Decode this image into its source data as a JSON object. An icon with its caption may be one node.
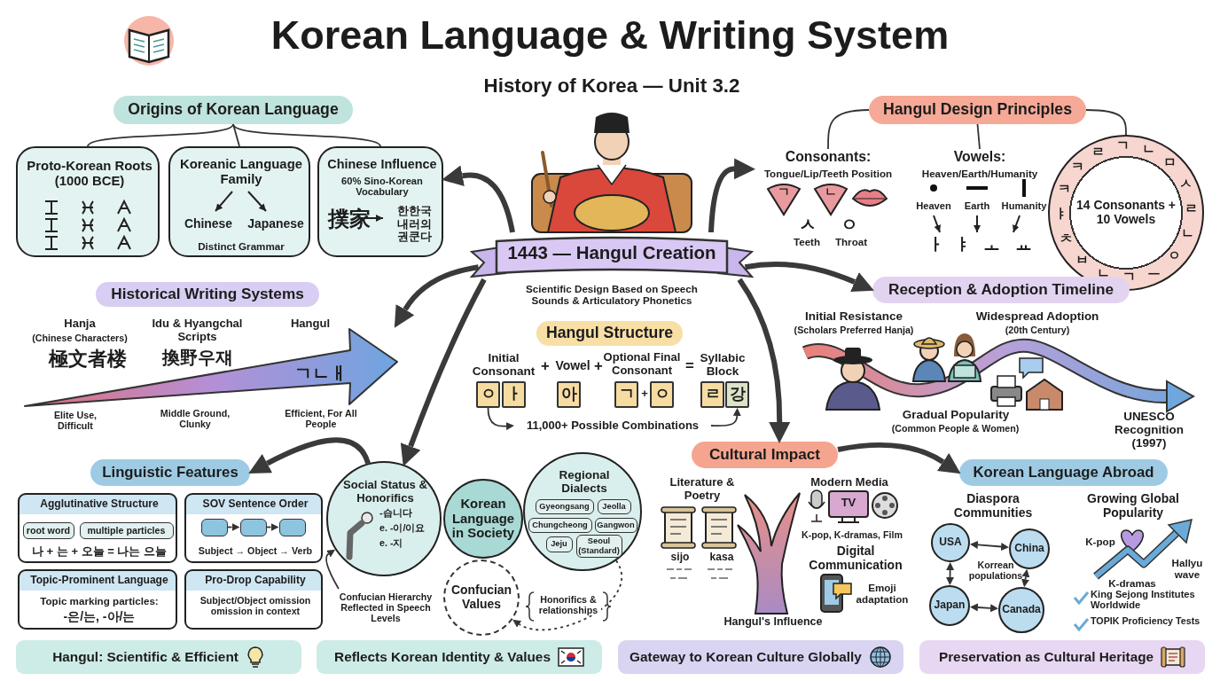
{
  "diagram": {
    "title": "Korean Language & Writing System",
    "nodes": [
      {
        "text": [
          "Origins of Korean Language"
        ]
      },
      {
        "text": [
          "Proto-Korean Roots (1000 BCE)"
        ]
      },
      {
        "text": [
          "Koreanic Language Family",
          "Chinese",
          "Japanese",
          "Distinct Grammar"
        ]
      },
      {
        "text": [
          "Chinese Influence",
          "60% Sino-Korean Vocabulary",
          "撲家",
          "한한국 내러의 권쿤다"
        ]
      },
      {
        "text": [
          "Hangul Design Principles"
        ]
      },
      {
        "text": [
          "Consonants:",
          "Tongue/Lip/Teeth Position"
        ]
      },
      {
        "text": [
          "Vowels:",
          "Heaven/Earth/Humanity"
        ]
      },
      {
        "text": [
          "14 Consonants + 10 Vowels"
        ]
      },
      {
        "text": [
          "Historical Writing Systems"
        ]
      },
      {
        "text": [],
        "shape": "arrow"
      },
      {
        "text": [
          "1443 — Hangul Creation"
        ],
        "beside": [
          "Scientific Design Based on Speech Sounds & Articulatory Phonetics"
        ]
      },
      {
        "text": [
          "Reception & Adoption Timeline"
        ]
      },
      {
        "text": [
          "Hangul Structure"
        ]
      },
      {
        "text": [
          "ㅇ"
        ]
      },
      {
        "text": [
          "ㅏ"
        ]
      },
      {
        "text": [
          "아"
        ]
      },
      {
        "text": [
          "ㄱ"
        ]
      },
      {
        "text": [
          "ㅇ"
        ]
      },
      {
        "text": [
          "ㄹ"
        ]
      },
      {
        "text": [
          "강"
        ]
      },
      {
        "text": [
          "11,000+ Possible Combinations"
        ]
      },
      {
        "text": [
          "Linguistic Features"
        ]
      },
      {
        "text": [
          "Agglutinative Structure",
          "나 + 는 + 오늘 = 나는 으늘"
        ]
      },
      {
        "text": [
          "root word"
        ],
        "in": 22
      },
      {
        "text": [
          "multiple particles"
        ],
        "in": 22
      },
      {
        "text": [
          "SOV Sentence Order",
          "Subject → Object → Verb"
        ]
      },
      {
        "text": [],
        "shape": "box",
        "in": 25
      },
      {
        "text": [],
        "shape": "box",
        "in": 25
      },
      {
        "text": [],
        "shape": "box",
        "in": 25
      },
      {
        "text": [
          "Topic-Prominent Language",
          "Topic marking particles:",
          "-은/는, -아/는"
        ]
      },
      {
        "text": [
          "Pro-Drop Capability",
          "Subject/Object omission omission in context"
        ]
      },
      {
        "text": [
          "Social Status & Honorifics",
          "-습니다",
          "e. -이/이요",
          "e. -지"
        ]
      },
      {
        "text": [
          "Korean Language in Society"
        ]
      },
      {
        "text": [
          "Regional Dialects"
        ]
      },
      {
        "text": [
          "Gyeongsang"
        ],
        "in": 33
      },
      {
        "text": [
          "Jeolla"
        ],
        "in": 33
      },
      {
        "text": [
          "Chungcheong"
        ],
        "in": 33
      },
      {
        "text": [
          "Gangwon"
        ],
        "in": 33
      },
      {
        "text": [
          "Jeju"
        ],
        "in": 33
      },
      {
        "text": [
          "Seoul (Standard)"
        ],
        "in": 33
      },
      {
        "text": [
          "Confucian Values"
        ]
      },
      {
        "text": [
          "Confucian Hierarchy Reflected in Speech Levels"
        ]
      },
      {
        "text": [
          "Cultural Impact"
        ]
      },
      {
        "text": [
          "Korean Language Abroad"
        ]
      },
      {
        "text": [
          "USA"
        ]
      },
      {
        "text": [
          "China"
        ]
      },
      {
        "text": [
          "Japan"
        ]
      },
      {
        "text": [
          "Canada"
        ]
      },
      {
        "text": [
          "Hangul: Scientific & Efficient"
        ]
      },
      {
        "text": [
          "Reflects Korean Identity & Values"
        ]
      },
      {
        "text": [
          "Gateway to Korean Culture Globally"
        ]
      },
      {
        "text": [
          "Preservation as Cultural Heritage"
        ]
      }
    ],
    "edges": [
      {
        "from": 0,
        "to": 1,
        "arrow": "none"
      },
      {
        "from": 0,
        "to": 2,
        "arrow": "none"
      },
      {
        "from": 0,
        "to": 3,
        "arrow": "none"
      },
      {
        "from": 4,
        "to": 5,
        "arrow": "none"
      },
      {
        "from": 4,
        "to": 6,
        "arrow": "none"
      },
      {
        "from": 4,
        "to": 7,
        "arrow": "none"
      },
      {
        "from": 10,
        "to": 3,
        "arrow": "to",
        "style": "thick"
      },
      {
        "from": 10,
        "to": 5,
        "arrow": "to",
        "style": "thick"
      },
      {
        "from": 10,
        "to": 9,
        "arrow": "to",
        "style": "thick"
      },
      {
        "from": 10,
        "to": 11,
        "arrow": "to",
        "style": "thick"
      },
      {
        "from": 10,
        "to": 31,
        "arrow": "to",
        "style": "thick"
      },
      {
        "from": 10,
        "to": 42,
        "arrow": "to",
        "style": "thick"
      },
      {
        "from": 13,
        "to": 20,
        "arrow": "to"
      },
      {
        "from": 20,
        "to": 19,
        "arrow": "to"
      },
      {
        "from": 26,
        "to": 27,
        "arrow": "to"
      },
      {
        "from": 27,
        "to": 28,
        "arrow": "to"
      },
      {
        "from": 31,
        "to": 21,
        "arrow": "to",
        "style": "thick"
      },
      {
        "from": 41,
        "to": 31,
        "arrow": "to"
      },
      {
        "from": 33,
        "to": 40,
        "arrow": "to",
        "style": "dashed",
        "label": "Honorifics & relationships"
      },
      {
        "from": 42,
        "to": 43,
        "arrow": "to",
        "style": "thick"
      },
      {
        "from": 44,
        "to": 45,
        "arrow": "both"
      },
      {
        "from": 44,
        "to": 46,
        "arrow": "both"
      },
      {
        "from": 45,
        "to": 47,
        "arrow": "both"
      },
      {
        "from": 46,
        "to": 47,
        "arrow": "both"
      }
    ],
    "labels": [
      "History of Korea — Unit 3.2",
      "Hanja",
      "(Chinese Characters)",
      "極文者楼",
      "Idu & Hyangchal Scripts",
      "換野우쟤",
      "Hangul",
      "ㄱㄴㅐ",
      "Elite Use, Difficult",
      "Middle Ground, Clunky",
      "Efficient, For All People",
      "Initial Consonant",
      "+",
      "Vowel",
      "+",
      "Optional Final Consonant",
      "=",
      "Syllabic Block",
      "+",
      "ㄱ",
      "ㄴ",
      "ㅅ",
      "ㅇ",
      "Teeth",
      "Throat",
      "Heaven",
      "Earth",
      "Humanity",
      "ㅏ",
      "ㅑ",
      "ㅗ",
      "ㅛ",
      "ㄹ",
      "ㄱ",
      "ㄴ",
      "ㅁ",
      "ㅅ",
      "ㄹ",
      "ㄴ",
      "ㅇ",
      "ㅡ",
      "ㄱ",
      "ㄴ",
      "ㅂ",
      "ㅊ",
      "ㅑ",
      "ㅋ",
      "ㅋ",
      "Initial Resistance",
      "(Scholars Preferred Hanja)",
      "Widespread Adoption",
      "(20th Century)",
      "Gradual Popularity",
      "(Common People & Women)",
      "UNESCO Recognition (1997)",
      "Literature & Poetry",
      "sijo",
      "kasa",
      "Modern Media",
      "TV",
      "K-pop, K-dramas, Film",
      "Digital Communication",
      "Emoji adaptation",
      "Hangul's Influence",
      "Diaspora Communities",
      "Korrean populations",
      "Growing Global Popularity",
      "K-pop",
      "Hallyu wave",
      "K-dramas",
      "King Sejong Institutes Worldwide",
      "TOPIK Proficiency Tests"
    ]
  }
}
